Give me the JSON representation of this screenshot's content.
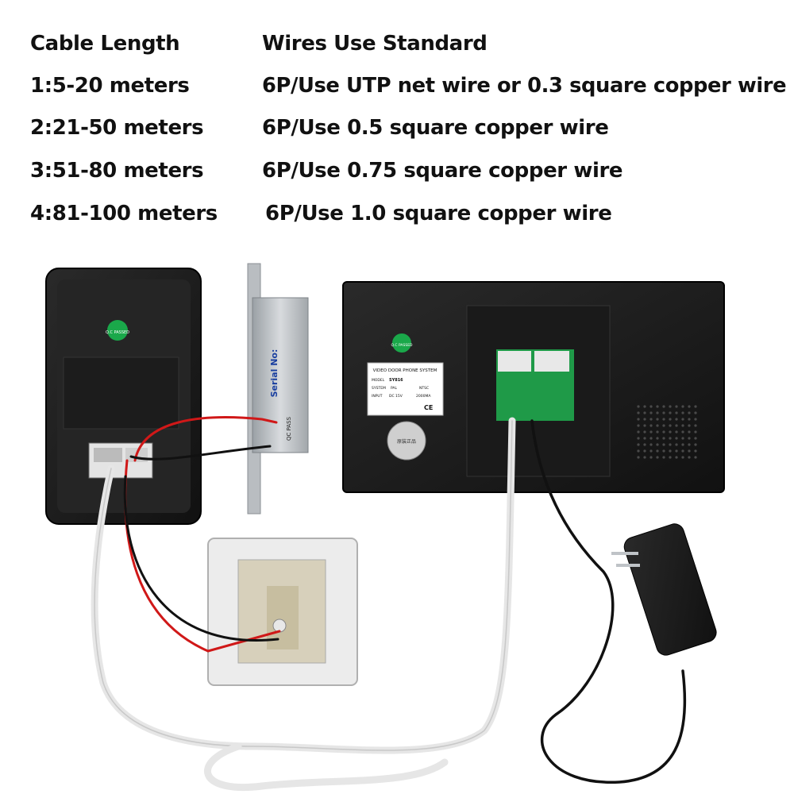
{
  "table": {
    "header": {
      "length": "Cable Length",
      "standard": "Wires Use Standard"
    },
    "rows": [
      {
        "length": "1:5-20 meters",
        "standard": "6P/Use UTP net wire or 0.3 square copper wire"
      },
      {
        "length": "2:21-50 meters",
        "standard": "6P/Use 0.5 square copper wire"
      },
      {
        "length": "3:51-80 meters",
        "standard": "6P/Use 0.75 square copper wire"
      },
      {
        "length": "4:81-100 meters",
        "standard": "6P/Use 1.0 square copper wire"
      }
    ]
  },
  "product": {
    "monitor_label": {
      "title": "VIDEO DOOR PHONE SYSTEM",
      "model_caption": "MODEL",
      "model": "SY816",
      "system_caption": "SYSTEM",
      "pal": "PAL",
      "ntsc": "NTSC",
      "input_caption": "INPUT",
      "input_value": "DC 15V",
      "current": "2000MA",
      "ce": "CE"
    },
    "qc_sticker": "Q.C PASSED",
    "lock_serial": "Serial No:",
    "lock_pass": "QC PASS",
    "seal_text": "原装正品"
  },
  "colors": {
    "device_body": "#1e1e1e",
    "lock_metal": "#bfc3c7",
    "cable_white": "#e6e6e6",
    "wire_red": "#d01818",
    "wire_black": "#111111",
    "qc_green": "#1aa84a",
    "pcb_green": "#1f9a48"
  }
}
